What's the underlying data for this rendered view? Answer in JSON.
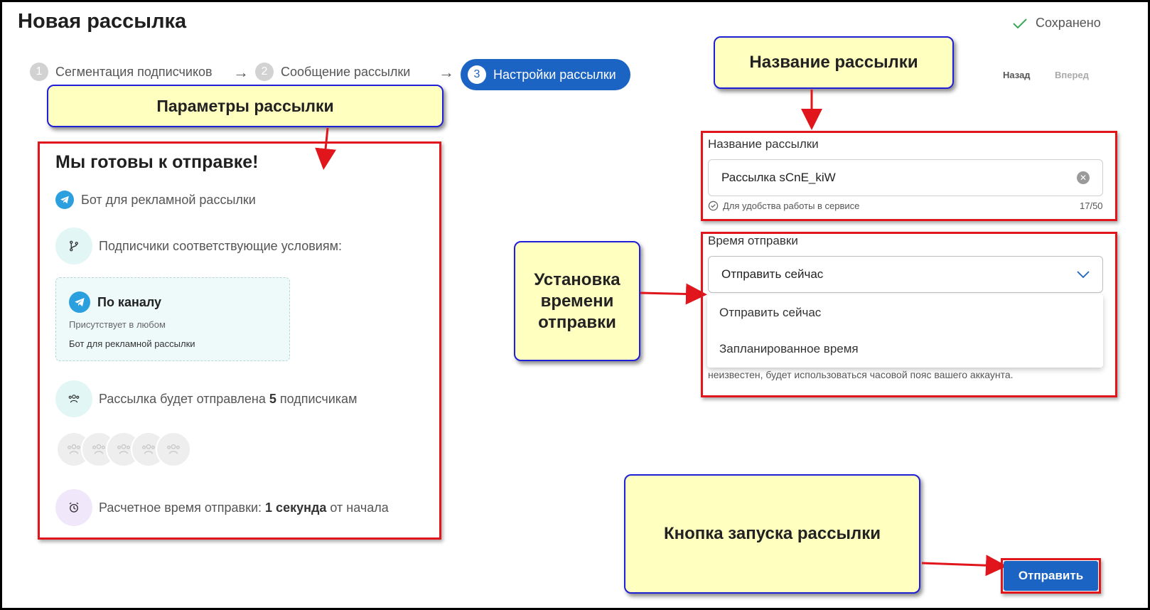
{
  "page": {
    "title": "Новая рассылка",
    "saved_status": "Сохранено"
  },
  "steps": [
    {
      "num": "1",
      "label": "Сегментация подписчиков"
    },
    {
      "num": "2",
      "label": "Сообщение рассылки"
    },
    {
      "num": "3",
      "label": "Настройки рассылки"
    }
  ],
  "nav": {
    "back": "Назад",
    "forward": "Вперед"
  },
  "callouts": {
    "params": "Параметры рассылки",
    "name": "Название рассылки",
    "time": "Установка времени отправки",
    "launch": "Кнопка запуска рассылки"
  },
  "summary": {
    "title": "Мы готовы к отправке!",
    "bot": "Бот для рекламной рассылки",
    "subscribers_condition": "Подписчики соответствующие условиям:",
    "condition_card": {
      "title": "По каналу",
      "subtitle": "Присутствует в любом",
      "bot": "Бот для рекламной рассылки"
    },
    "send_count": {
      "prefix": "Рассылка будет отправлена ",
      "count": "5",
      "suffix": " подписчикам"
    },
    "eta": {
      "prefix": "Расчетное время отправки: ",
      "value": "1 секунда",
      "suffix": " от начала"
    }
  },
  "name_field": {
    "label": "Название рассылки",
    "value": "Рассылка sCnE_kiW",
    "hint": "Для удобства работы в сервисе",
    "counter": "17/50"
  },
  "time_field": {
    "label": "Время отправки",
    "selected": "Отправить сейчас",
    "options": [
      "Отправить сейчас",
      "Запланированное время"
    ],
    "note": "неизвестен, будет использоваться часовой пояс вашего аккаунта."
  },
  "send_button": {
    "label": "Отправить"
  },
  "colors": {
    "primary": "#1c64c4",
    "callout_fill": "#ffffc0",
    "callout_border": "#1f1fd8",
    "highlight": "#e0161c"
  }
}
